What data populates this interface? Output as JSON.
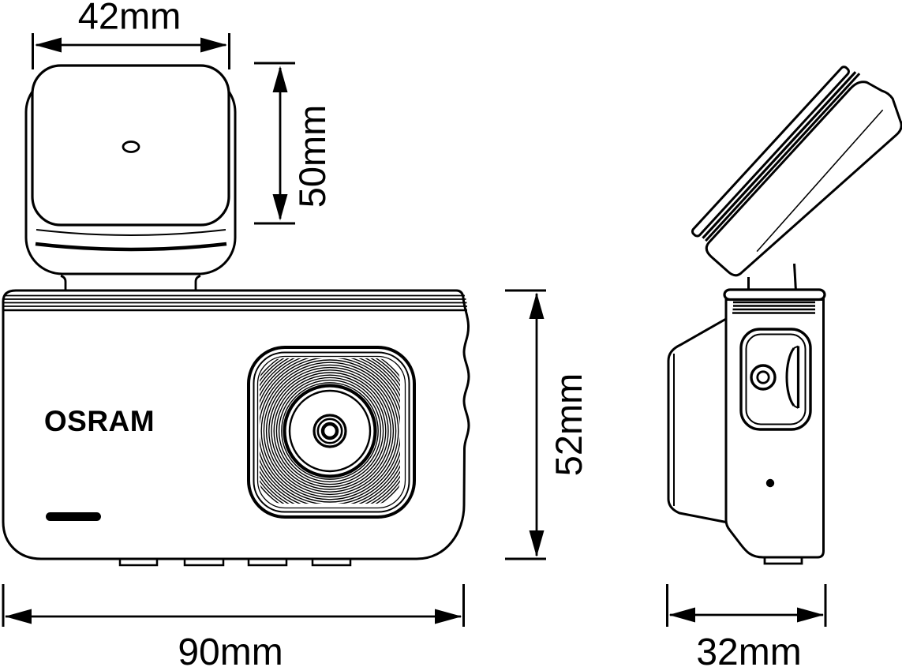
{
  "brand": {
    "name": "OSRAM"
  },
  "dimensions": {
    "mount_width": "42mm",
    "mount_height": "50mm",
    "body_width": "90mm",
    "body_height": "52mm",
    "body_depth": "32mm"
  },
  "colors": {
    "line": "#000000",
    "background": "#ffffff",
    "text": "#000000"
  }
}
